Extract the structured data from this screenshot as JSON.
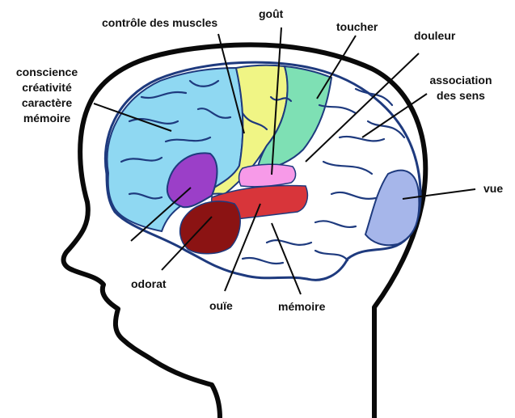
{
  "colors": {
    "frontal": "#8fd8f2",
    "motor": "#f0f585",
    "sensory": "#7ee0b4",
    "olfaction_memory_purple": "#9b3fc8",
    "taste": "#f79ae8",
    "hearing": "#d8353a",
    "olfaction": "#8b1313",
    "vision": "#a6b6ea",
    "outline": "#0a0a0a",
    "sulci": "#1e3a7e"
  },
  "labels": {
    "consciousness": [
      "conscience",
      "créativité",
      "caractère",
      "mémoire"
    ],
    "muscles": "contrôle des muscles",
    "taste": "goût",
    "touch": "toucher",
    "pain": "douleur",
    "association": [
      "association",
      "des sens"
    ],
    "vision": "vue",
    "smell": "odorat",
    "hearing": "ouïe",
    "memory": "mémoire"
  }
}
